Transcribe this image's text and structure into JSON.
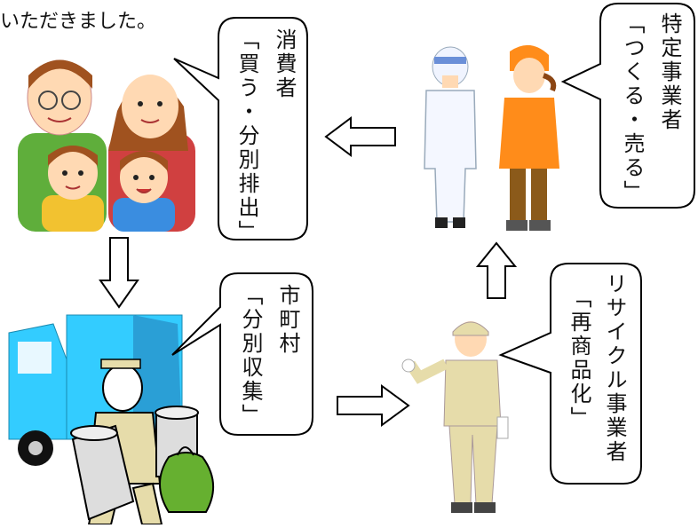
{
  "intro_text": "いただきました。",
  "bubbles": {
    "consumer": {
      "title": "消費者",
      "role": "「買う・分別排出」"
    },
    "business": {
      "title": "特定事業者",
      "role": "「つくる・売る」"
    },
    "municipality": {
      "title": "市町村",
      "role": "「分別収集」"
    },
    "recycler": {
      "title": "リサイクル事業者",
      "role": "「再商品化」"
    }
  },
  "colors": {
    "truck_body": "#33ccff",
    "worker_uniform": "#e6dcaa",
    "orange_uniform": "#ff8c1a",
    "garbage_bag": "#66b030",
    "arrow_fill": "#ffffff",
    "arrow_stroke": "#000000"
  }
}
